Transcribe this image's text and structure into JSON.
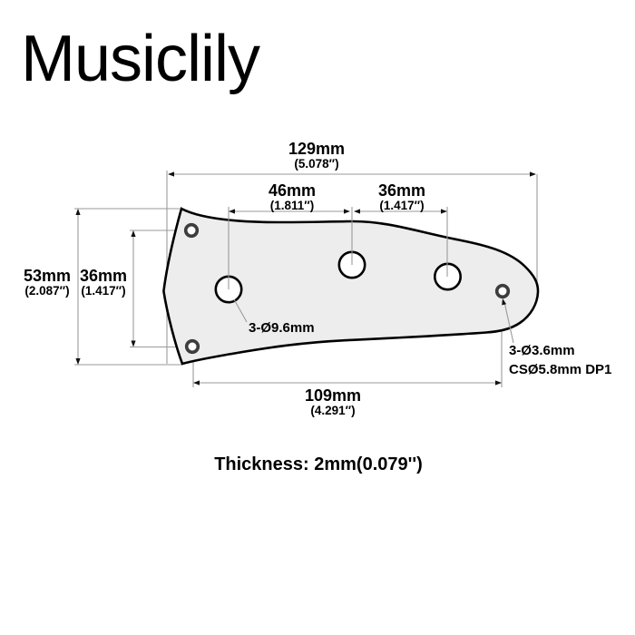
{
  "brand": {
    "logo": "Musiclily"
  },
  "dimensions": {
    "total_width": {
      "mm": "129mm",
      "inch": "(5.078″)"
    },
    "pot_span_1": {
      "mm": "46mm",
      "inch": "(1.811″)"
    },
    "pot_span_2": {
      "mm": "36mm",
      "inch": "(1.417″)"
    },
    "total_height": {
      "mm": "53mm",
      "inch": "(2.087″)"
    },
    "screw_span_v": {
      "mm": "36mm",
      "inch": "(1.417″)"
    },
    "screw_span_h": {
      "mm": "109mm",
      "inch": "(4.291″)"
    }
  },
  "callouts": {
    "pot_holes": "3-Ø9.6mm",
    "screw_line1": "3-Ø3.6mm",
    "screw_line2": "CSØ5.8mm DP1"
  },
  "thickness": {
    "note": "Thickness: 2mm(0.079'')"
  },
  "colors": {
    "background": "#ffffff",
    "text": "#000000",
    "line_gray": "#9a9a9a",
    "arrow": "#111111",
    "plate_fill": "#ededed",
    "plate_stroke": "#000000",
    "screw_ring": "#3d3d3d"
  }
}
